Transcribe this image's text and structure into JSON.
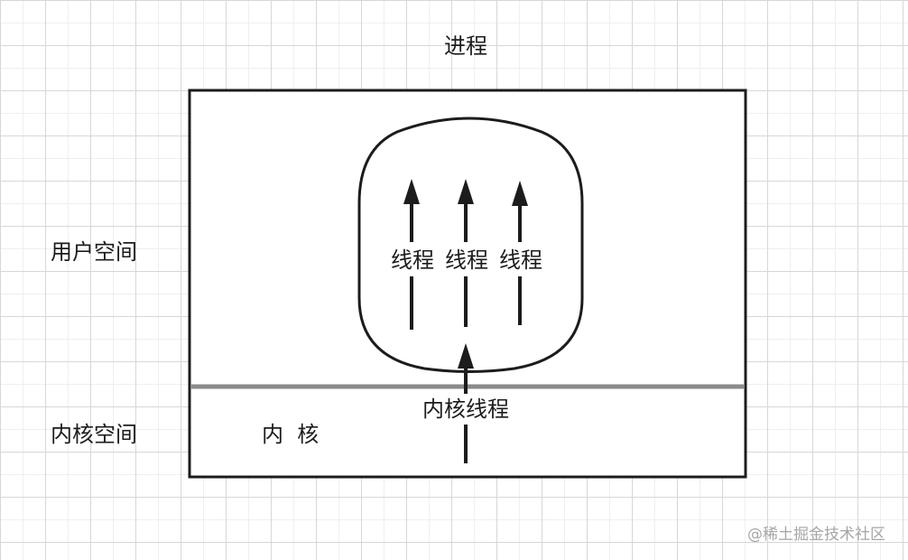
{
  "title": "进程",
  "user_space_label": "用户空间",
  "kernel_space_label": "内核空间",
  "kernel_label": "内  核",
  "user_threads": [
    "线程",
    "线程",
    "线程"
  ],
  "kernel_thread_label": "内核线程",
  "watermark": "@稀土掘金技术社区",
  "colors": {
    "stroke": "#1c1c1c",
    "divider": "#8a8a8a",
    "watermark": "#a6a6a6"
  }
}
